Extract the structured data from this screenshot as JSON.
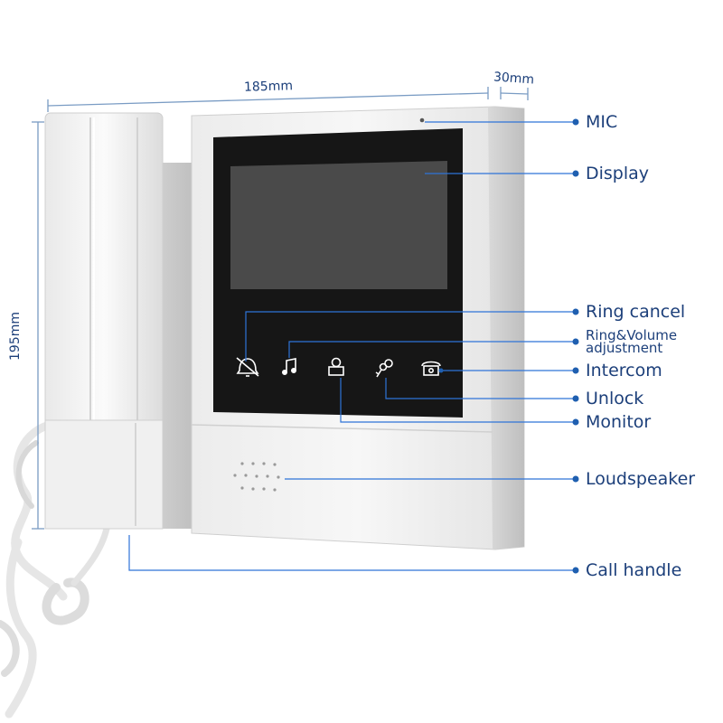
{
  "dimensions": {
    "width": "185mm",
    "depth": "30mm",
    "height": "195mm"
  },
  "callouts": {
    "mic": "MIC",
    "display": "Display",
    "ring_cancel": "Ring cancel",
    "ring_volume_line1": "Ring&Volume",
    "ring_volume_line2": "adjustment",
    "intercom": "Intercom",
    "unlock": "Unlock",
    "monitor": "Monitor",
    "loudspeaker": "Loudspeaker",
    "call_handle": "Call handle"
  },
  "colors": {
    "annotation": "#1c3f7a",
    "leader": "#2e73d8",
    "body": "#f1f1f1",
    "screen": "#1a1a1a",
    "button_icon": "#ffffff"
  },
  "buttons": [
    {
      "name": "ring-cancel",
      "icon": "bell-off-icon"
    },
    {
      "name": "ring-volume",
      "icon": "music-note-icon"
    },
    {
      "name": "monitor",
      "icon": "person-icon"
    },
    {
      "name": "unlock",
      "icon": "keys-icon"
    },
    {
      "name": "intercom",
      "icon": "telephone-icon"
    }
  ]
}
